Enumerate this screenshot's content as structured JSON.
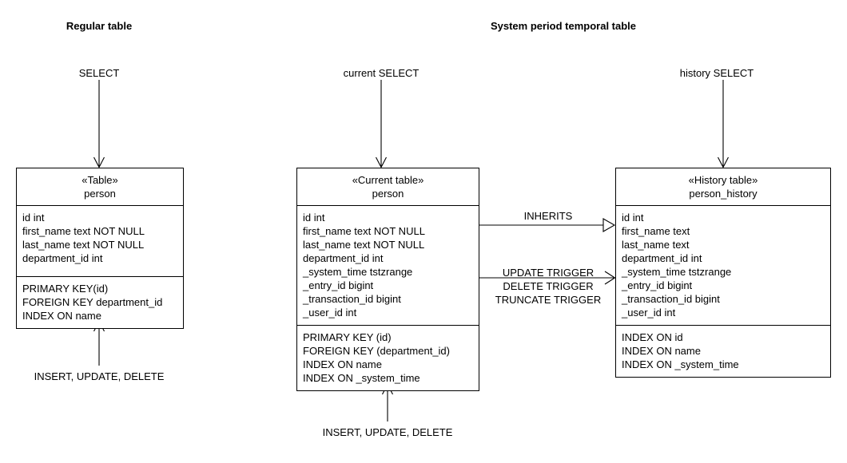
{
  "headings": {
    "regular": "Regular table",
    "temporal": "System period temporal table"
  },
  "edge_labels": {
    "select": "SELECT",
    "current_select": "current SELECT",
    "history_select": "history SELECT",
    "iud_left": "INSERT, UPDATE, DELETE",
    "iud_middle": "INSERT, UPDATE, DELETE",
    "inherits": "INHERITS",
    "update_trigger": "UPDATE TRIGGER",
    "delete_trigger": "DELETE TRIGGER",
    "truncate_trigger": "TRUNCATE TRIGGER"
  },
  "tables": {
    "person": {
      "stereotype": "«Table»",
      "name": "person",
      "columns": [
        "id int",
        "first_name text NOT NULL",
        "last_name text NOT NULL",
        "department_id int"
      ],
      "constraints": [
        "PRIMARY KEY(id)",
        "FOREIGN KEY department_id",
        "INDEX ON name"
      ]
    },
    "person_current": {
      "stereotype": "«Current table»",
      "name": "person",
      "columns": [
        "id int",
        "first_name text NOT NULL",
        "last_name text NOT NULL",
        "department_id int",
        "_system_time tstzrange",
        "_entry_id bigint",
        "_transaction_id bigint",
        "_user_id int"
      ],
      "constraints": [
        "PRIMARY KEY (id)",
        "FOREIGN KEY (department_id)",
        "INDEX ON name",
        "INDEX ON _system_time"
      ]
    },
    "person_history": {
      "stereotype": "«History table»",
      "name": "person_history",
      "columns": [
        "id int",
        "first_name text",
        "last_name text",
        "department_id int",
        "_system_time tstzrange",
        "_entry_id bigint",
        "_transaction_id bigint",
        "_user_id int"
      ],
      "constraints": [
        "INDEX ON id",
        "INDEX ON name",
        "INDEX ON _system_time"
      ]
    }
  },
  "colors": {
    "stroke": "#000000",
    "background": "#ffffff"
  }
}
